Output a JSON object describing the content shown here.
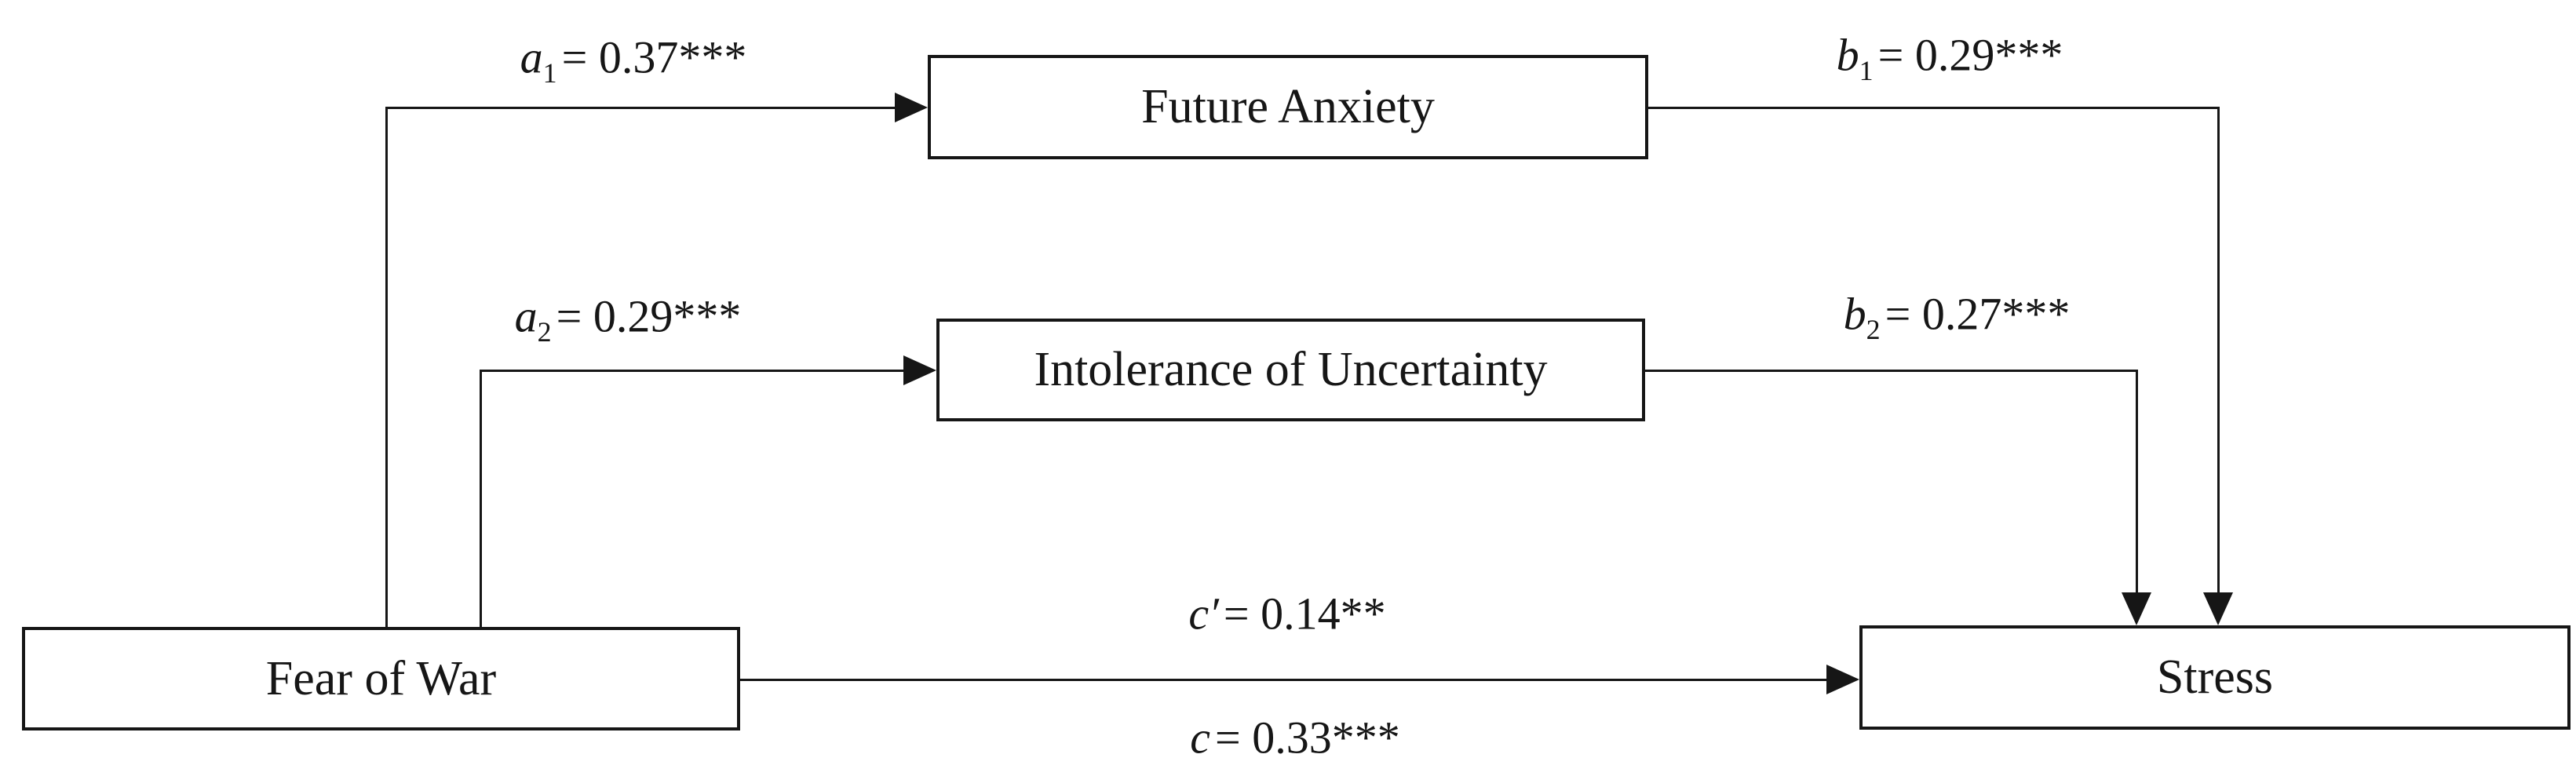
{
  "figure": {
    "type": "mediation-path-diagram",
    "background_color": "#ffffff",
    "line_color": "#161616",
    "nodes": {
      "fear_of_war": {
        "label": "Fear of War"
      },
      "future_anxiety": {
        "label": "Future Anxiety"
      },
      "intolerance_of_uncertainty": {
        "label": "Intolerance of Uncertainty"
      },
      "stress": {
        "label": "Stress"
      }
    },
    "paths": {
      "a1": {
        "variable": "a",
        "subscript": "1",
        "value": "= 0.37***",
        "from": "Fear of War",
        "to": "Future Anxiety"
      },
      "a2": {
        "variable": "a",
        "subscript": "2",
        "value": "= 0.29***",
        "from": "Fear of War",
        "to": "Intolerance of Uncertainty"
      },
      "b1": {
        "variable": "b",
        "subscript": "1",
        "value": "= 0.29***",
        "from": "Future Anxiety",
        "to": "Stress"
      },
      "b2": {
        "variable": "b",
        "subscript": "2",
        "value": "= 0.27***",
        "from": "Intolerance of Uncertainty",
        "to": "Stress"
      },
      "c_prime": {
        "variable": "c′",
        "subscript": "",
        "value": "= 0.14**",
        "from": "Fear of War",
        "to": "Stress"
      },
      "c_total": {
        "variable": "c",
        "subscript": "",
        "value": "= 0.33***",
        "from": "Fear of War",
        "to": "Stress"
      }
    }
  }
}
